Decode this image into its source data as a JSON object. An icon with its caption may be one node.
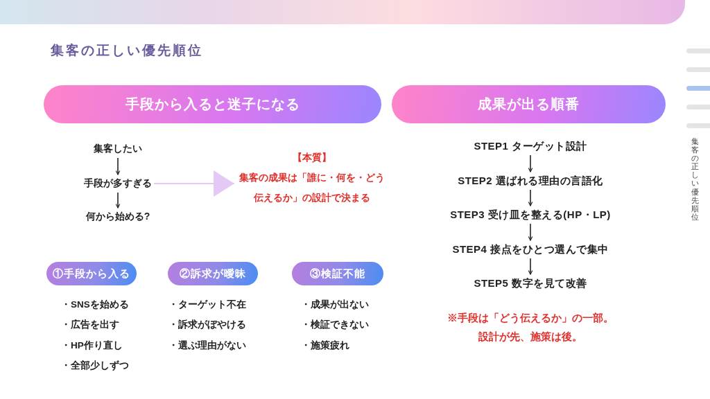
{
  "diagram": {
    "title": "集客の正しい優先順位",
    "nodes": [
      {
        "text": [
          "手段から入ると迷子になる"
        ]
      },
      {
        "text": [
          "集客したい"
        ]
      },
      {
        "text": [
          "手段が多すぎる"
        ]
      },
      {
        "text": [
          "何から始める?"
        ]
      },
      {
        "text": [
          "【本質】",
          "集客の成果は「誰に・何を・どう伝えるか」の設計で決まる"
        ]
      },
      {
        "text": [
          "成果が出る順番"
        ]
      },
      {
        "text": [
          "STEP1 ターゲット設計"
        ]
      },
      {
        "text": [
          "STEP2 選ばれる理由の言語化"
        ]
      },
      {
        "text": [
          "STEP3 受け皿を整える(HP・LP)"
        ]
      },
      {
        "text": [
          "STEP4 接点をひとつ選んで集中"
        ]
      },
      {
        "text": [
          "STEP5 数字を見て改善"
        ]
      },
      {
        "text": [
          "①手段から入る"
        ]
      },
      {
        "text": [
          "②訴求が曖昧"
        ]
      },
      {
        "text": [
          "③検証不能"
        ]
      }
    ],
    "edges": [
      {
        "from": 1,
        "to": 2,
        "arrow": "to"
      },
      {
        "from": 2,
        "to": 3,
        "arrow": "to"
      },
      {
        "from": 2,
        "to": 4,
        "arrow": "to",
        "color": "#e4c8f6"
      },
      {
        "from": 6,
        "to": 7,
        "arrow": "to"
      },
      {
        "from": 7,
        "to": 8,
        "arrow": "to"
      },
      {
        "from": 8,
        "to": 9,
        "arrow": "to"
      },
      {
        "from": 9,
        "to": 10,
        "arrow": "to"
      }
    ],
    "labels": [
      "・SNSを始める",
      "・広告を出す",
      "・HP作り直し",
      "・全部少しずつ",
      "・ターゲット不在",
      "・訴求がぼやける",
      "・選ぶ理由がない",
      "・成果が出ない",
      "・検証できない",
      "・施策疲れ",
      "※手段は「どう伝えるか」の一部。設計が先、施策は後。",
      "集客の正しい優先順位"
    ]
  }
}
